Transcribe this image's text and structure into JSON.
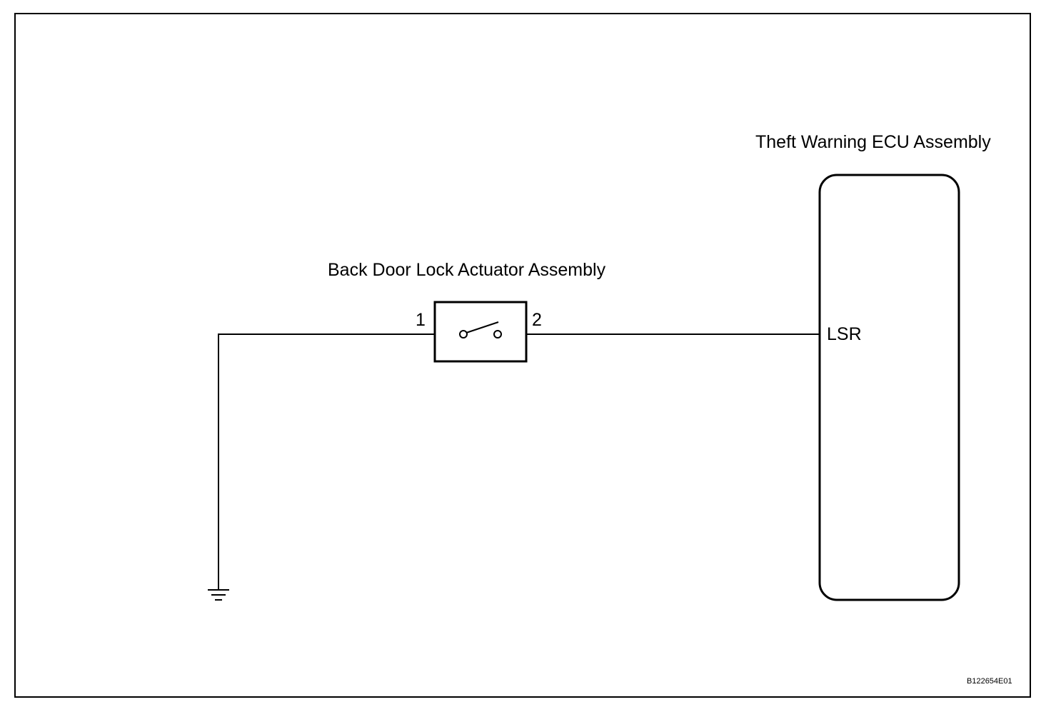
{
  "components": {
    "ecu": {
      "name": "Theft Warning ECU Assembly",
      "terminal": "LSR"
    },
    "actuator": {
      "name": "Back Door Lock Actuator Assembly",
      "pin1": "1",
      "pin2": "2",
      "switch_state": "open"
    }
  },
  "figure_code": "B122654E01",
  "colors": {
    "line": "#000000",
    "background": "#ffffff"
  }
}
